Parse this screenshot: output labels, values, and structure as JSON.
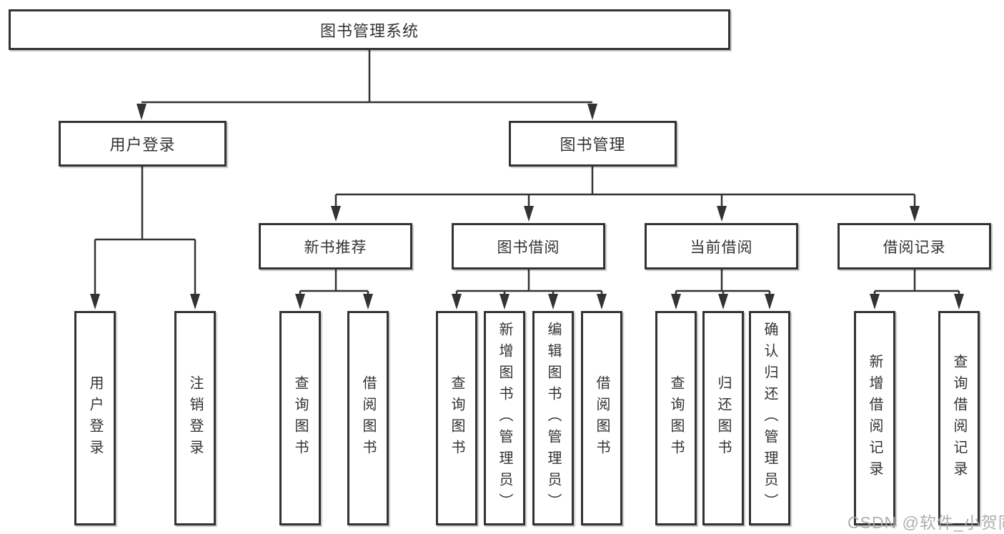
{
  "diagram": {
    "type": "tree",
    "title": "图书管理系统"
  },
  "nodes": {
    "root": "图书管理系统",
    "user_login": "用户登录",
    "book_mgmt": "图书管理",
    "leaf_login": "用户登录",
    "leaf_logout": "注销登录",
    "new_book_recommend": "新书推荐",
    "book_borrow": "图书借阅",
    "current_borrow": "当前借阅",
    "borrow_records": "借阅记录",
    "nb_query_book": "查询图书",
    "nb_borrow_book": "借阅图书",
    "bb_query_book": "查询图书",
    "bb_add_book": "新增图书（管理员）",
    "bb_edit_book": "编辑图书（管理员）",
    "bb_borrow_book": "借阅图书",
    "cb_query_book": "查询图书",
    "cb_return_book": "归还图书",
    "cb_confirm_return": "确认归还（管理员）",
    "br_add_record": "新增借阅记录",
    "br_query_record": "查询借阅记录"
  },
  "watermark": "CSDN @软件_小贺同学",
  "colors": {
    "line": "#333333",
    "box_border": "#333333",
    "text": "#333333",
    "background": "#ffffff",
    "watermark": "#a8a8a8"
  }
}
